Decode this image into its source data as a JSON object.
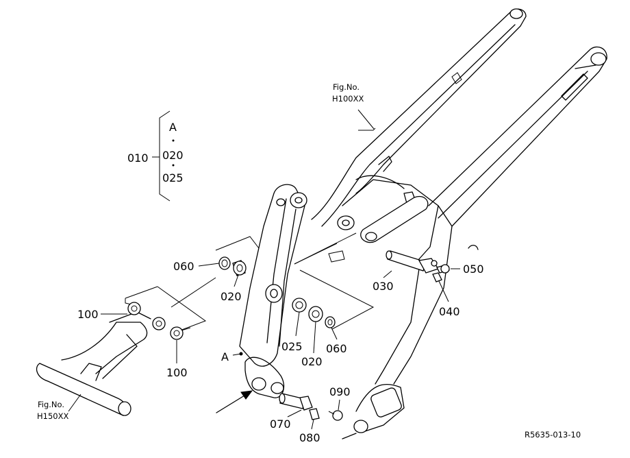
{
  "group": {
    "parent": "010",
    "children": [
      "A",
      "020",
      "025"
    ]
  },
  "figure_refs": [
    {
      "line1": "Fig.No.",
      "line2": "H100XX"
    },
    {
      "line1": "Fig.No.",
      "line2": "H150XX"
    }
  ],
  "callouts": {
    "p060a": "060",
    "p020a": "020",
    "p100a": "100",
    "p100b": "100",
    "pA": "A",
    "p025": "025",
    "p020b": "020",
    "p060b": "060",
    "p030": "030",
    "p050": "050",
    "p040": "040",
    "p070": "070",
    "p080": "080",
    "p090": "090"
  },
  "drawing_code": "R5635-013-10"
}
